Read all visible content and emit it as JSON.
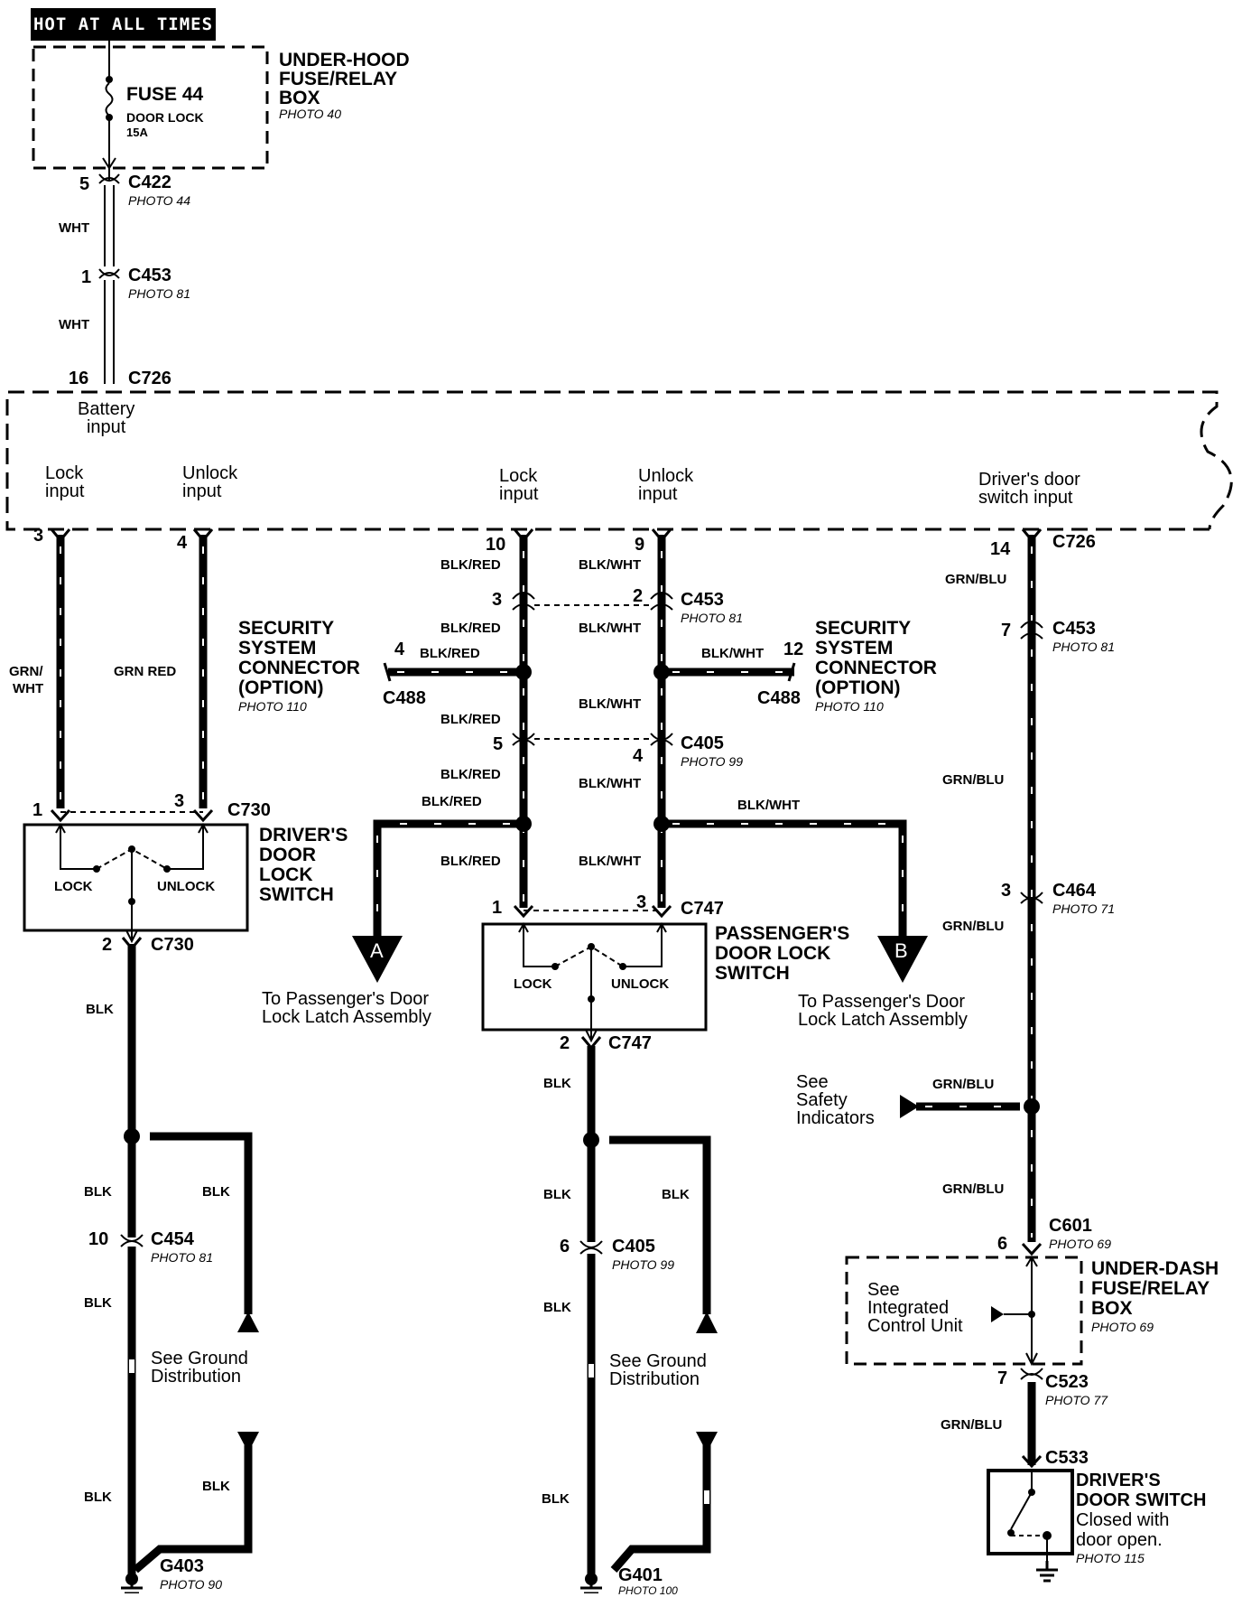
{
  "header": "HOT AT ALL TIMES",
  "underhood_box": {
    "line1": "UNDER-HOOD",
    "line2": "FUSE/RELAY",
    "line3": "BOX",
    "photo": "PHOTO 40",
    "fuse": "FUSE 44",
    "fuse_name": "DOOR LOCK",
    "fuse_rating": "15A"
  },
  "power_path": {
    "pin_c422": "5",
    "c422": "C422",
    "photo_c422": "PHOTO 44",
    "wire1": "WHT",
    "pin_c453": "1",
    "c453": "C453",
    "photo_c453": "PHOTO 81",
    "wire2": "WHT",
    "pin_c726": "16",
    "c726": "C726"
  },
  "unit_inputs": {
    "battery_1": "Battery",
    "battery_2": "input",
    "lock1_1": "Lock",
    "lock1_2": "input",
    "unlock1_1": "Unlock",
    "unlock1_2": "input",
    "lock2_1": "Lock",
    "lock2_2": "input",
    "unlock2_1": "Unlock",
    "unlock2_2": "input",
    "ds_1": "Driver's door",
    "ds_2": "switch input"
  },
  "driver_side": {
    "pin_3": "3",
    "pin_4": "4",
    "wire_left_1": "GRN/",
    "wire_left_2": "WHT",
    "wire_right": "GRN RED",
    "pin_c730_1": "1",
    "pin_c730_3": "3",
    "c730": "C730",
    "sw_1": "DRIVER'S",
    "sw_2": "DOOR",
    "sw_3": "LOCK",
    "sw_4": "SWITCH",
    "lock": "LOCK",
    "unlock": "UNLOCK",
    "pin_out": "2",
    "c730b": "C730",
    "wire_blk1": "BLK",
    "wire_blk2": "BLK",
    "wire_blk3": "BLK",
    "wire_blk4": "BLK",
    "wire_blk5": "BLK",
    "wire_blk6": "BLK",
    "pin_c454": "10",
    "c454": "C454",
    "photo_c454": "PHOTO 81",
    "ground_1": "See Ground",
    "ground_2": "Distribution",
    "g": "G403",
    "photo_g": "PHOTO 90"
  },
  "passenger_side": {
    "pin_10": "10",
    "pin_9": "9",
    "w1": "BLK/RED",
    "w2": "BLK/WHT",
    "pin_c453_3": "3",
    "pin_c453_2": "2",
    "c453": "C453",
    "photo_c453": "PHOTO 81",
    "w3": "BLK/RED",
    "w4": "BLK/WHT",
    "sec_l_1": "SECURITY",
    "sec_l_2": "SYSTEM",
    "sec_l_3": "CONNECTOR",
    "sec_l_4": "(OPTION)",
    "sec_l_photo": "PHOTO 110",
    "sec_l_pin": "4",
    "sec_l_wire": "BLK/RED",
    "sec_l_conn": "C488",
    "sec_r_1": "SECURITY",
    "sec_r_2": "SYSTEM",
    "sec_r_3": "CONNECTOR",
    "sec_r_4": "(OPTION)",
    "sec_r_photo": "PHOTO 110",
    "sec_r_pin": "12",
    "sec_r_wire": "BLK/WHT",
    "sec_r_conn": "C488",
    "w5": "BLK/RED",
    "w6": "BLK/WHT",
    "pin_c405_5": "5",
    "pin_c405_4": "4",
    "c405": "C405",
    "photo_c405": "PHOTO 99",
    "w7": "BLK/RED",
    "w8": "BLK/WHT",
    "w9": "BLK/RED",
    "w10": "BLK/WHT",
    "w11": "BLK/RED",
    "w12": "BLK/WHT",
    "pin_c747_1": "1",
    "pin_c747_3": "3",
    "c747": "C747",
    "sw_1": "PASSENGER'S",
    "sw_2": "DOOR LOCK",
    "sw_3": "SWITCH",
    "lock": "LOCK",
    "unlock": "UNLOCK",
    "pin_out": "2",
    "c747b": "C747",
    "arrow_a": "A",
    "arrow_b": "B",
    "to_a_1": "To Passenger's Door",
    "to_a_2": "Lock Latch Assembly",
    "to_b_1": "To Passenger's Door",
    "to_b_2": "Lock Latch Assembly",
    "wire_blk1": "BLK",
    "wire_blk2": "BLK",
    "wire_blk3": "BLK",
    "wire_blk4": "BLK",
    "wire_blk5": "BLK",
    "pin_c405b": "6",
    "c405b": "C405",
    "photo_c405b": "PHOTO 99",
    "ground_1": "See Ground",
    "ground_2": "Distribution",
    "g": "G401",
    "photo_g": "PHOTO 100"
  },
  "right_side": {
    "pin_14": "14",
    "c726": "C726",
    "w1": "GRN/BLU",
    "pin_7": "7",
    "c453": "C453",
    "photo_c453": "PHOTO 81",
    "w2": "GRN/BLU",
    "pin_3": "3",
    "c464": "C464",
    "photo_c464": "PHOTO 71",
    "w3": "GRN/BLU",
    "see_1": "See",
    "see_2": "Safety",
    "see_3": "Indicators",
    "w_see": "GRN/BLU",
    "w4": "GRN/BLU",
    "pin_6": "6",
    "c601": "C601",
    "photo_c601": "PHOTO 69",
    "ud_1": "UNDER-DASH",
    "ud_2": "FUSE/RELAY",
    "ud_3": "BOX",
    "ud_photo": "PHOTO 69",
    "icu_1": "See",
    "icu_2": "Integrated",
    "icu_3": "Control Unit",
    "pin_7b": "7",
    "c523": "C523",
    "photo_c523": "PHOTO 77",
    "w5": "GRN/BLU",
    "c533": "C533",
    "ds_1": "DRIVER'S",
    "ds_2": "DOOR SWITCH",
    "ds_3": "Closed with",
    "ds_4": "door open.",
    "ds_photo": "PHOTO 115"
  }
}
